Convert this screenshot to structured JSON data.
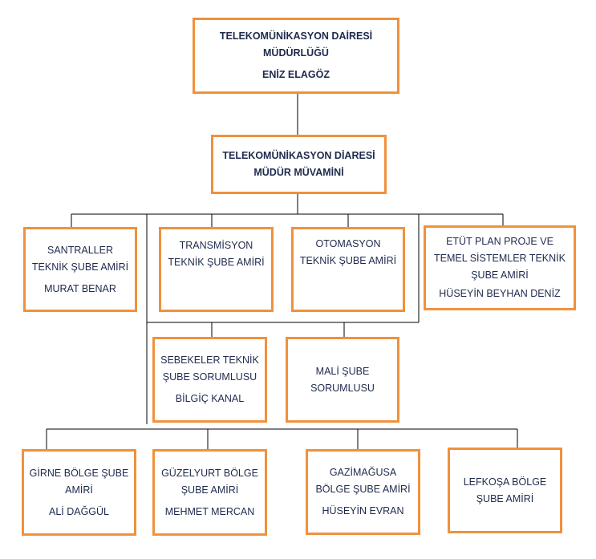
{
  "colors": {
    "border": "#F0913D",
    "text": "#1F2A4D",
    "line": "#000000"
  },
  "boxes": {
    "director": {
      "title": "TELEKOMÜNİKASYON DAİRESİ\nMÜDÜRLÜĞÜ",
      "name": "ENİZ ELAGÖZ"
    },
    "deputy": {
      "title": "TELEKOMÜNİKASYON DİARESİ\nMÜDÜR MÜVAMİNİ"
    },
    "santraller": {
      "title": "SANTRALLER\nTEKNİK ŞUBE AMİRİ",
      "name": "MURAT BENAR"
    },
    "transmisyon": {
      "title": "TRANSMİSYON\nTEKNİK ŞUBE AMİRİ"
    },
    "otomasyon": {
      "title": "OTOMASYON\nTEKNİK ŞUBE AMİRİ"
    },
    "etut": {
      "title": "ETÜT PLAN PROJE VE\nTEMEL SİSTEMLER TEKNİK\nŞUBE AMİRİ",
      "name": "HÜSEYİN BEYHAN DENİZ"
    },
    "sebekeler": {
      "title": "SEBEKELER TEKNİK\nŞUBE SORUMLUSU",
      "name": "BİLGİÇ KANAL"
    },
    "mali": {
      "title": "MALİ ŞUBE\nSORUMLUSU"
    },
    "girne": {
      "title": "GİRNE BÖLGE ŞUBE\nAMİRİ",
      "name": "ALİ DAĞGÜL"
    },
    "guzelyurt": {
      "title": "GÜZELYURT BÖLGE\nŞUBE AMİRİ",
      "name": "MEHMET MERCAN"
    },
    "gazimagusa": {
      "title": "GAZİMAĞUSA\nBÖLGE ŞUBE AMİRİ",
      "name": "HÜSEYİN EVRAN"
    },
    "lefkosa": {
      "title": "LEFKOŞA BÖLGE\nŞUBE AMİRİ"
    }
  }
}
